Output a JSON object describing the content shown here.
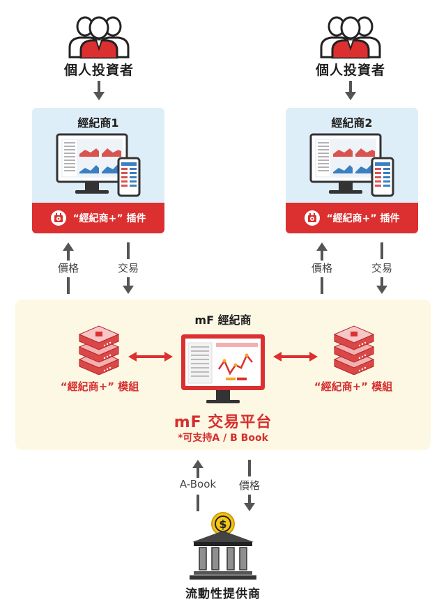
{
  "investors": [
    {
      "label": "個人投資者"
    },
    {
      "label": "個人投資者"
    }
  ],
  "brokers": [
    {
      "title": "經紀商1",
      "plugin_label": "“經紀商+” 插件"
    },
    {
      "title": "經紀商2",
      "plugin_label": "“經紀商+” 插件"
    }
  ],
  "flows": {
    "price": "價格",
    "trade": "交易",
    "a_book": "A-Book"
  },
  "platform": {
    "title": "mF 經紀商",
    "name": "mF 交易平台",
    "note": "*可支持A / B Book",
    "module_label": "“經紀商+” 模組"
  },
  "liquidity_provider": {
    "label": "流動性提供商"
  },
  "colors": {
    "accent_red": "#dc2f2f",
    "panel_blue": "#deeef8",
    "platform_bg": "#fdf8e4",
    "arrow_gray": "#555555",
    "coin_gold": "#f5c518"
  }
}
